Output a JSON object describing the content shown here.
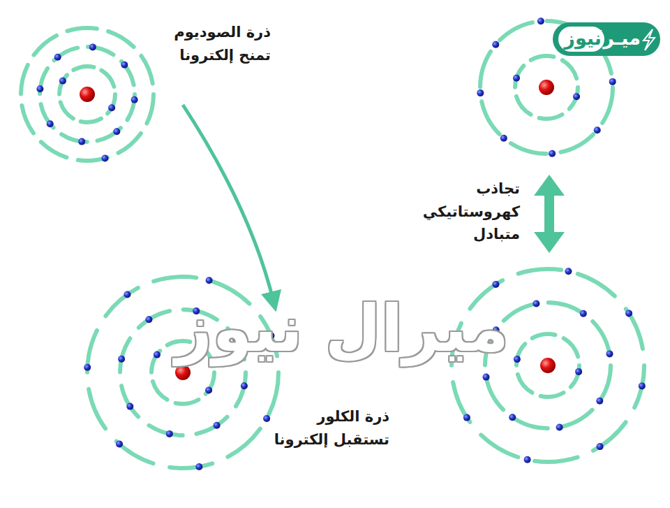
{
  "diagram": {
    "labels": [
      "ذرة الصوديوم تمنح إلكترونا",
      "ذرة الكلور تستقبل إلكترونا",
      "تجاذب كهروستاتيكي متبادل",
      "ميـرال",
      "نيوز",
      "ميرال نيوز"
    ]
  }
}
